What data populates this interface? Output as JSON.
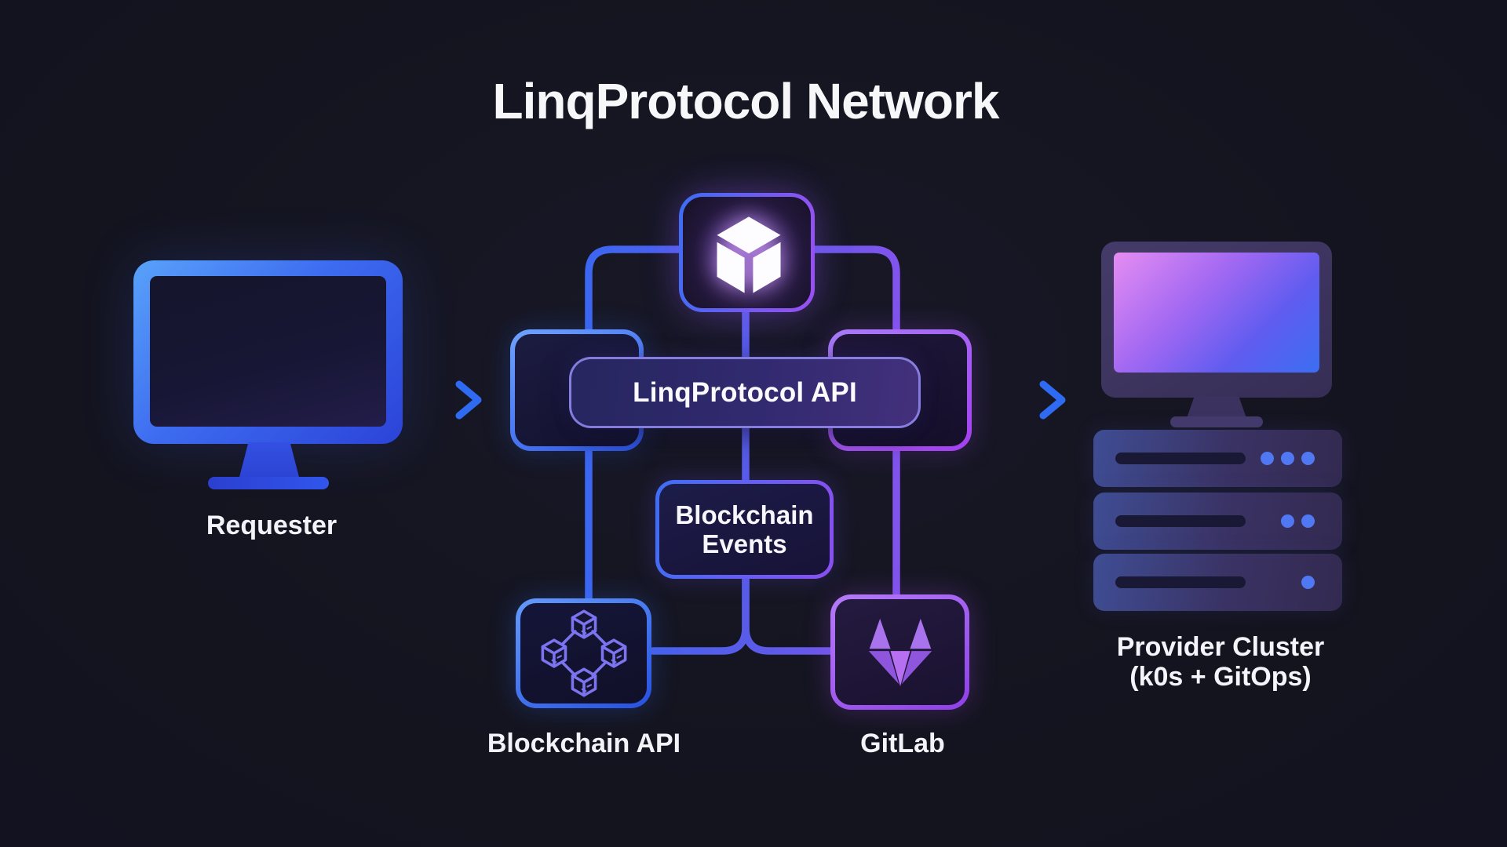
{
  "title": "LinqProtocol Network",
  "left": {
    "label": "Requester",
    "icon": "monitor-icon"
  },
  "center": {
    "hub_icon": "package-cube-icon",
    "api_label": "LinqProtocol API",
    "events_line1": "Blockchain",
    "events_line2": "Events",
    "blockchain_api_label": "Blockchain API",
    "blockchain_api_icon": "blockchain-network-icon",
    "gitlab_label": "GitLab",
    "gitlab_icon": "gitlab-tanuki-icon"
  },
  "right": {
    "label_line1": "Provider Cluster",
    "label_line2": "(k0s + GitOps)",
    "icon": "server-cluster-icon",
    "rack_led_counts": [
      3,
      2,
      1
    ]
  },
  "colors": {
    "background": "#14141f",
    "accent_blue": "#2f6bf2",
    "accent_purple": "#a44df2",
    "text": "#f5f4fa"
  }
}
